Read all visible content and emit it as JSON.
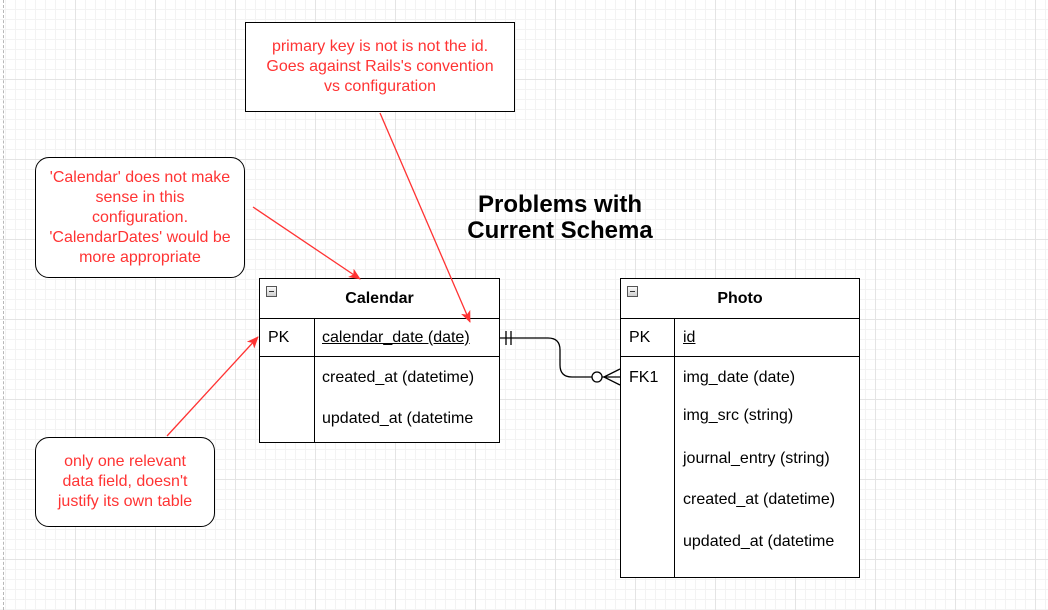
{
  "notes": {
    "primary_key": {
      "lines": [
        "primary key is not is not the id.",
        "Goes against Rails's convention",
        "vs configuration"
      ]
    },
    "calendar_name": {
      "lines": [
        "'Calendar' does not make",
        "sense in this",
        "configuration.",
        "'CalendarDates' would be",
        "more appropriate"
      ]
    },
    "one_field": {
      "lines": [
        "only one relevant",
        "data field, doesn't",
        "justify its own table"
      ]
    }
  },
  "title": {
    "line1": "Problems with",
    "line2": "Current Schema"
  },
  "calendar": {
    "name": "Calendar",
    "pk_label": "PK",
    "pk_field": "calendar_date (date)",
    "fields": [
      "created_at (datetime)",
      "updated_at (datetime"
    ]
  },
  "photo": {
    "name": "Photo",
    "pk_label": "PK",
    "pk_field": "id",
    "fk_label": "FK1",
    "fields": [
      "img_date (date)",
      "img_src (string)",
      "journal_entry (string)",
      "created_at (datetime)",
      "updated_at (datetime"
    ]
  },
  "colors": {
    "annotation": "#ff3333",
    "line": "#000000"
  }
}
